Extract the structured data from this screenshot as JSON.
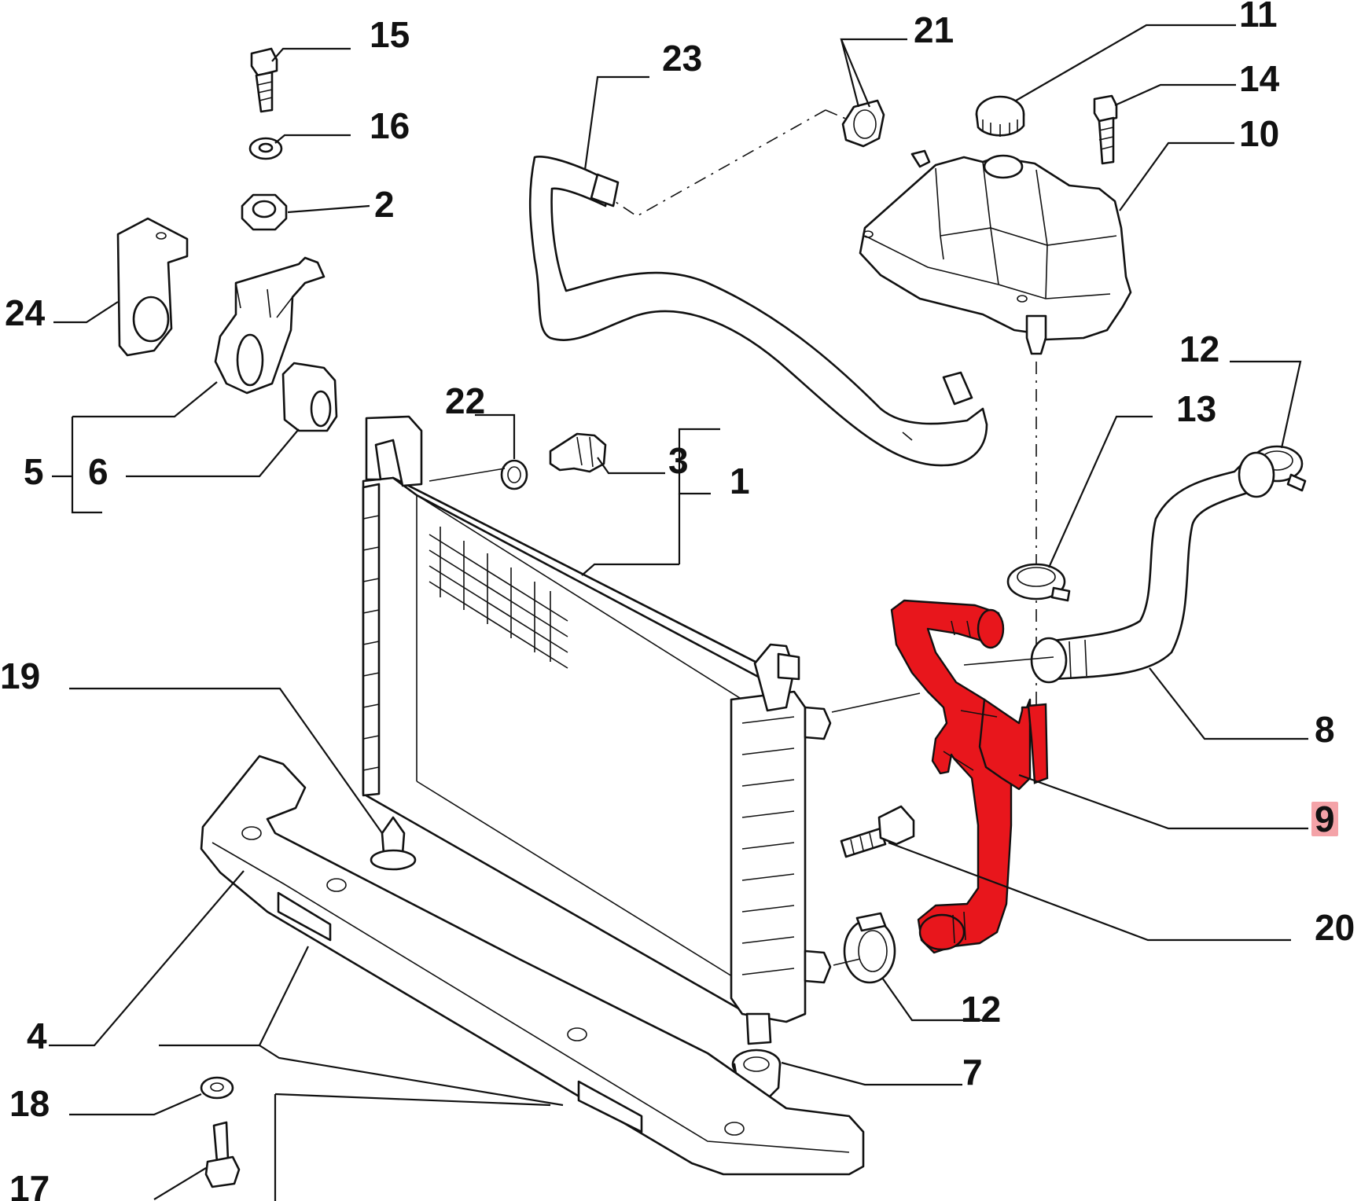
{
  "callouts": {
    "c1": "1",
    "c2": "2",
    "c3": "3",
    "c4": "4",
    "c5": "5",
    "c6": "6",
    "c7": "7",
    "c8": "8",
    "c9": "9",
    "c10": "10",
    "c11": "11",
    "c12a": "12",
    "c12b": "12",
    "c13": "13",
    "c14": "14",
    "c15": "15",
    "c16": "16",
    "c17": "17",
    "c18": "18",
    "c19": "19",
    "c20": "20",
    "c21": "21",
    "c22": "22",
    "c23": "23",
    "c24": "24"
  },
  "highlight": {
    "part_number": "9",
    "part_color": "#e8161c",
    "label_background": "#f4a3a8"
  }
}
